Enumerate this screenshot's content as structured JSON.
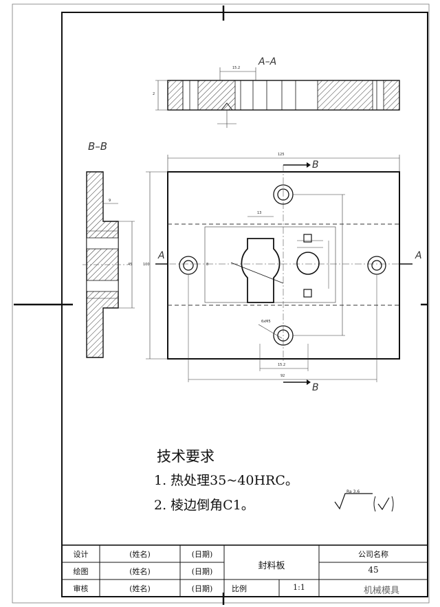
{
  "views": {
    "section_aa": "A–A",
    "section_bb": "B–B",
    "cut_a": "A",
    "cut_b": "B"
  },
  "dims": {
    "top_15_2": "15.2",
    "top_small": "2",
    "main_width": "125",
    "main_height": "100",
    "d13": "13",
    "d_left": "8",
    "bb_9": "9",
    "bb_45": "45",
    "d_6m5": "6xM5",
    "d_15_2": "15.2",
    "d_92": "92"
  },
  "tech": {
    "title": "技术要求",
    "line1": "1. 热处理35~40HRC。",
    "line2": "2. 棱边倒角C1。",
    "roughness": "Ra 3.6"
  },
  "titleblock": {
    "design": "设计",
    "drawing": "绘图",
    "review": "审核",
    "name1": "(姓名)",
    "name2": "(姓名)",
    "name3": "(姓名)",
    "date1": "(日期)",
    "date2": "(日期)",
    "date3": "(日期)",
    "part_name": "封料板",
    "company": "公司名称",
    "material": "45",
    "scale_label": "比例",
    "scale_value": "1:1",
    "watermark": "机械模具"
  }
}
